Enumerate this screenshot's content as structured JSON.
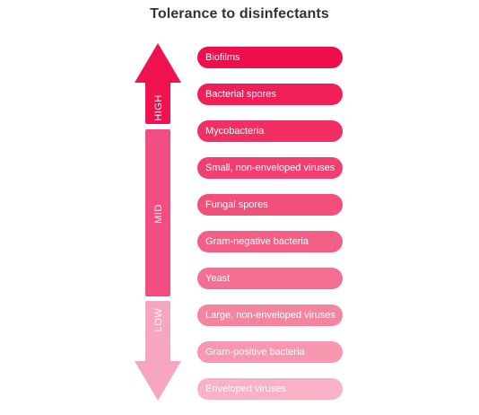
{
  "title": "Tolerance to disinfectants",
  "scale": {
    "high_label": "HIGH",
    "mid_label": "MID",
    "low_label": "LOW"
  },
  "colors": {
    "high": "#f0124f",
    "mid": "#f24d80",
    "low": "#f7a6c0",
    "title": "#333333"
  },
  "items": [
    {
      "label": "Biofilms",
      "color": "#ef0d4c"
    },
    {
      "label": "Bacterial spores",
      "color": "#f01f58"
    },
    {
      "label": "Mycobacteria",
      "color": "#f12f63"
    },
    {
      "label": "Small, non-enveloped viruses",
      "color": "#f23f6f"
    },
    {
      "label": "Fungal spores",
      "color": "#f34f7b"
    },
    {
      "label": "Gram-negative bacteria",
      "color": "#f45f87"
    },
    {
      "label": "Yeast",
      "color": "#f56f93"
    },
    {
      "label": "Large, non-enveloped viruses",
      "color": "#f6839f"
    },
    {
      "label": "Gram-positive bacteria",
      "color": "#f898b0"
    },
    {
      "label": "Enveloped viruses",
      "color": "#f9b2c5"
    }
  ]
}
